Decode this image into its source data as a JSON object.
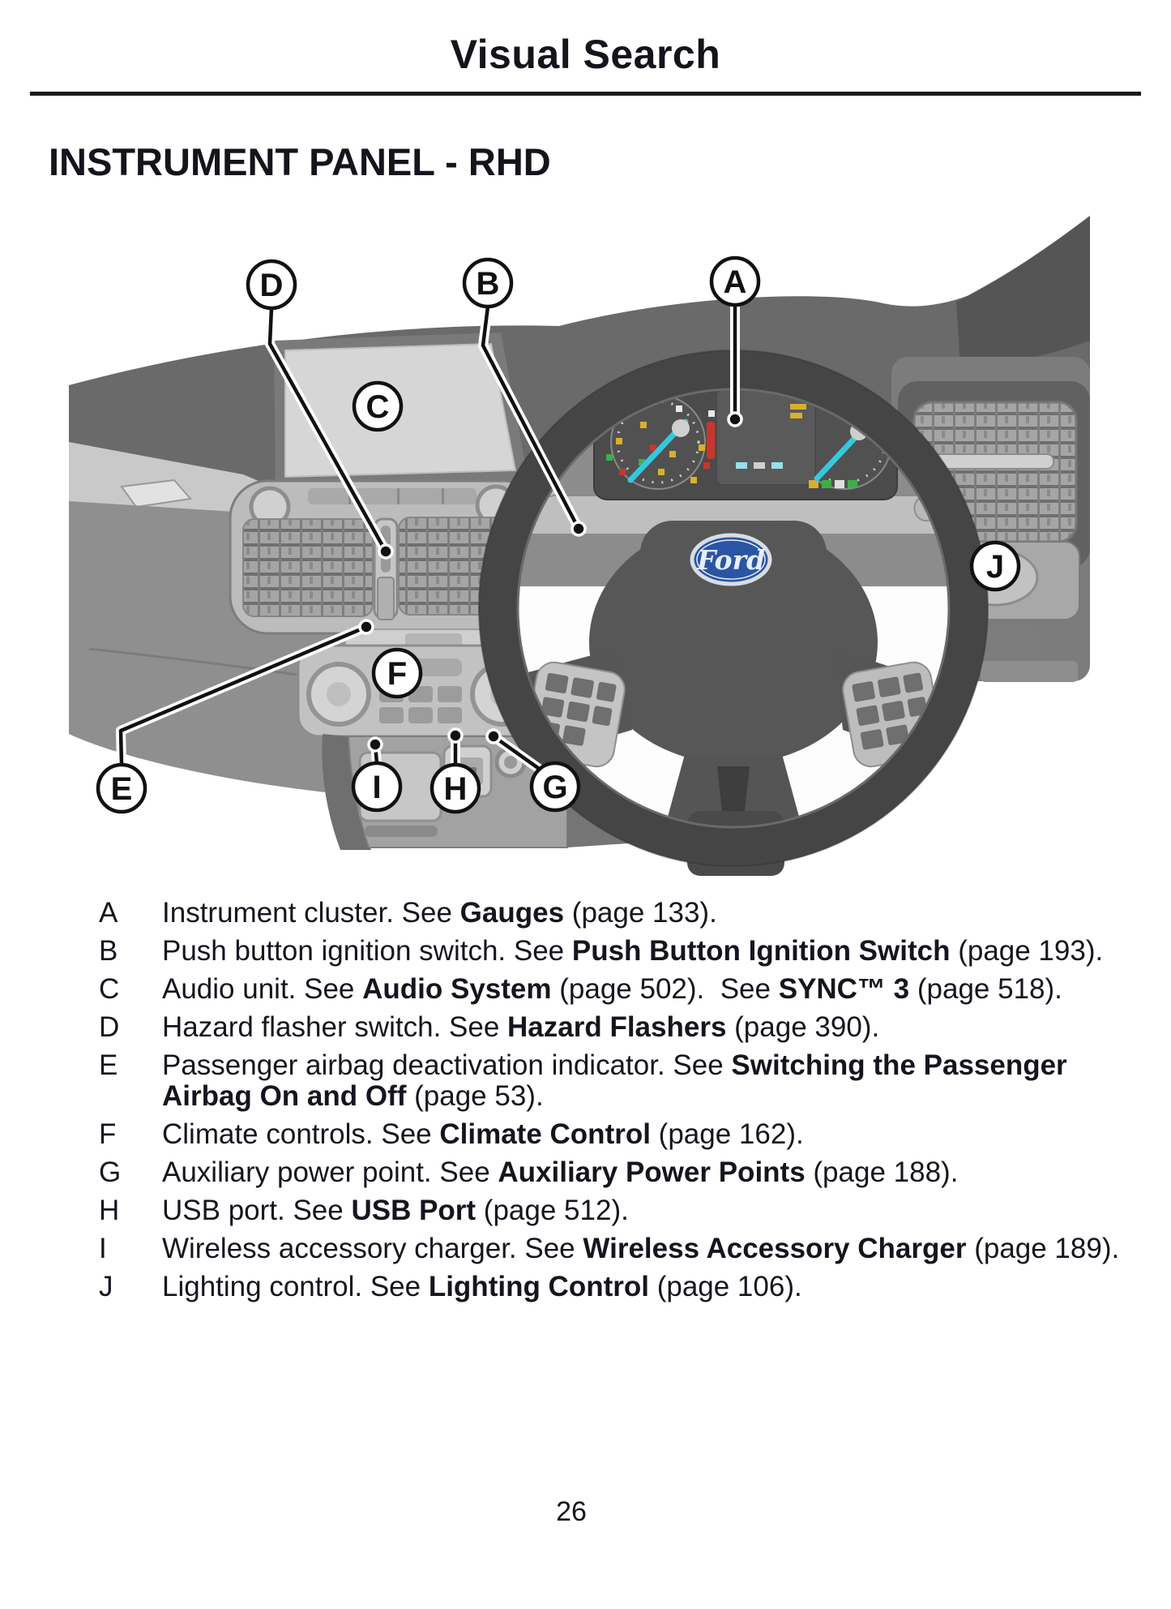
{
  "page": {
    "title": "Visual Search",
    "section_heading": "INSTRUMENT PANEL - RHD",
    "page_number": "26"
  },
  "diagram": {
    "description": "Right-hand-drive instrument panel overview",
    "ford_logo_text": "Ford",
    "accent_colors": {
      "needle_cyan": "#35c8dd",
      "telltale_green": "#3fae49",
      "telltale_yellow": "#d8b02a",
      "telltale_red": "#c8372e",
      "ford_blue": "#2a55a4"
    },
    "callouts": [
      "A",
      "B",
      "C",
      "D",
      "E",
      "F",
      "G",
      "H",
      "I",
      "J"
    ]
  },
  "legend": {
    "items": [
      {
        "letter": "A",
        "seg1": "Instrument cluster. See ",
        "seg2": "Gauges",
        "seg3": " (page 133)."
      },
      {
        "letter": "B",
        "seg1": "Push button ignition switch. See ",
        "seg2": "Push Button Ignition Switch",
        "seg3": " (page 193)."
      },
      {
        "letter": "C",
        "seg1": "Audio unit. See ",
        "seg2": "Audio System",
        "seg3": " (page 502).  See ",
        "seg4": "SYNC™ 3",
        "seg5": " (page 518)."
      },
      {
        "letter": "D",
        "seg1": "Hazard flasher switch. See ",
        "seg2": "Hazard Flashers",
        "seg3": " (page 390)."
      },
      {
        "letter": "E",
        "seg1": "Passenger airbag deactivation indicator. See ",
        "seg2": "Switching the Passenger Airbag On and Off",
        "seg3": " (page 53)."
      },
      {
        "letter": "F",
        "seg1": "Climate controls. See ",
        "seg2": "Climate Control",
        "seg3": " (page 162)."
      },
      {
        "letter": "G",
        "seg1": "Auxiliary power point. See ",
        "seg2": "Auxiliary Power Points",
        "seg3": " (page 188)."
      },
      {
        "letter": "H",
        "seg1": "USB port. See ",
        "seg2": "USB Port",
        "seg3": " (page 512)."
      },
      {
        "letter": "I",
        "seg1": "Wireless accessory charger. See ",
        "seg2": "Wireless Accessory Charger",
        "seg3": " (page 189)."
      },
      {
        "letter": "J",
        "seg1": "Lighting control. See ",
        "seg2": "Lighting Control",
        "seg3": " (page 106)."
      }
    ]
  }
}
